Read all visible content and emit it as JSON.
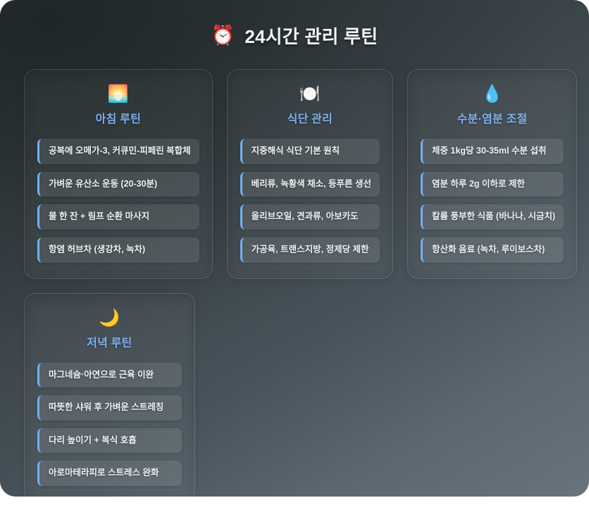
{
  "header": {
    "icon": "⏰",
    "icon_name": "alarm-clock-icon",
    "title": "24시간 관리 루틴"
  },
  "theme": {
    "accent_blue": "#74b0ef",
    "title_blue": "#7fb0ee",
    "text_primary": "#eef2f4",
    "surface_dark": "#2f3739",
    "surface_light": "#67747c"
  },
  "cards": [
    {
      "icon": "🌅",
      "icon_name": "sunrise-icon",
      "title": "아침 루틴",
      "items": [
        "공복에 오메가-3, 커큐민-피페린 복합체",
        "가벼운 유산소 운동 (20-30분)",
        "물 한 잔 + 림프 순환 마사지",
        "항염 허브차 (생강차, 녹차)"
      ]
    },
    {
      "icon": "🍽️",
      "icon_name": "plate-cutlery-icon",
      "title": "식단 관리",
      "items": [
        "지중해식 식단 기본 원칙",
        "베리류, 녹황색 채소, 등푸른 생선",
        "올리브오일, 견과류, 아보카도",
        "가공육, 트랜스지방, 정제당 제한"
      ]
    },
    {
      "icon": "💧",
      "icon_name": "water-droplet-icon",
      "title": "수분·염분 조절",
      "items": [
        "체중 1kg당 30-35ml 수분 섭취",
        "염분 하루 2g 이하로 제한",
        "칼륨 풍부한 식품 (바나나, 시금치)",
        "항산화 음료 (녹차, 루이보스차)"
      ]
    },
    {
      "icon": "🌙",
      "icon_name": "crescent-moon-icon",
      "title": "저녁 루틴",
      "items": [
        "마그네슘·아연으로 근육 이완",
        "따뜻한 샤워 후 가벼운 스트레칭",
        "다리 높이기 + 복식 호흡",
        "아로마테라피로 스트레스 완화"
      ]
    }
  ]
}
